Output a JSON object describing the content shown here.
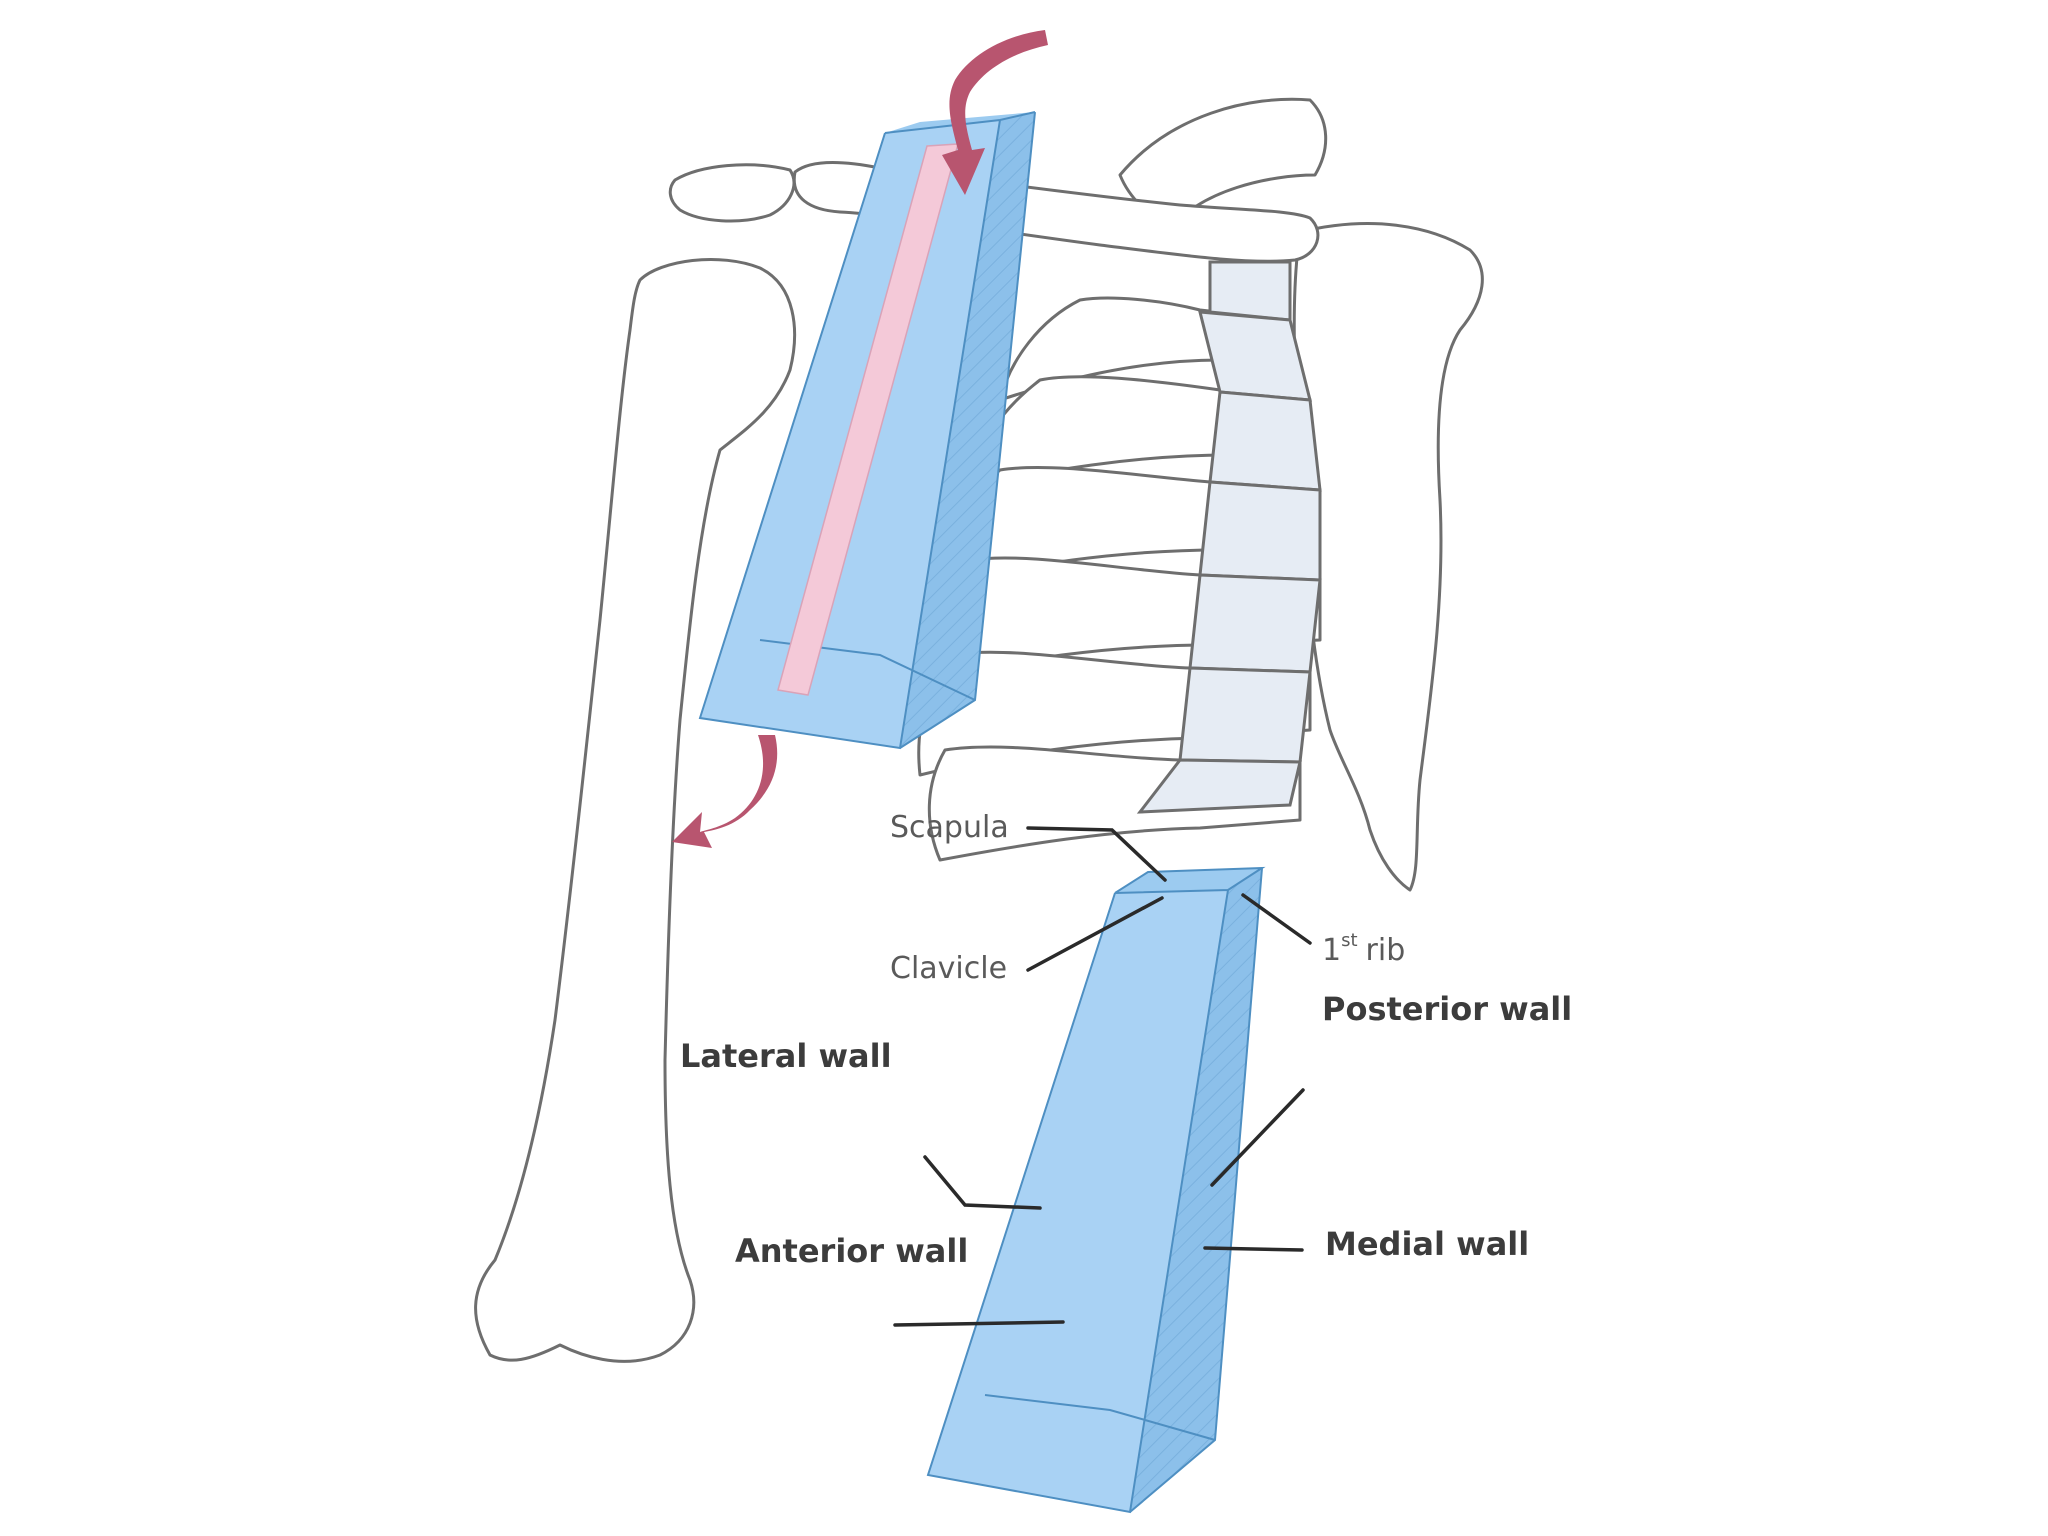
{
  "figure": {
    "labels": {
      "scapula": "Scapula",
      "clavicle": "Clavicle",
      "first_rib_number": "1",
      "first_rib_suffix": "st",
      "first_rib_word": "rib",
      "posterior_wall": "Posterior wall",
      "lateral_wall": "Lateral wall",
      "anterior_wall": "Anterior wall",
      "medial_wall": "Medial wall"
    },
    "colors": {
      "axilla_box": "#a9d2f4",
      "axilla_box_side": "#8cc0ea",
      "neurovascular_strip": "#f4c9d8",
      "arrow": "#b8556f",
      "bone_outline": "#6e6e6e",
      "costal_cartilage": "#e6ecf4"
    }
  }
}
